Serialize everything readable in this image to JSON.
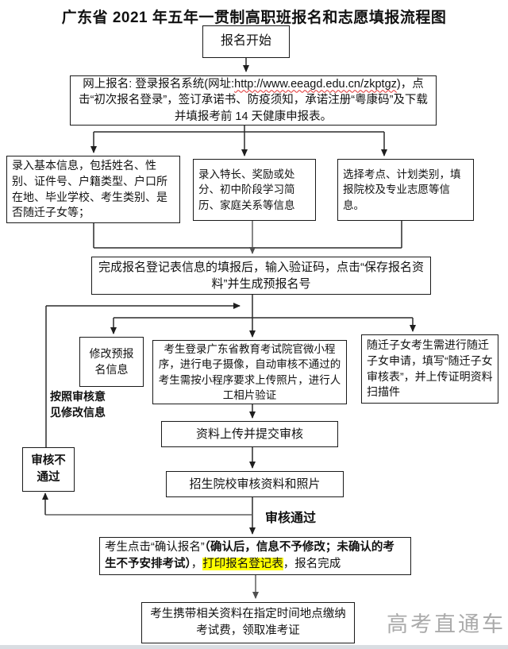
{
  "page": {
    "title": "广东省 2021 年五年一贯制高职班报名和志愿填报流程图",
    "watermark": "高考直通车"
  },
  "flow": {
    "start": "报名开始",
    "online": {
      "prefix": "网上报名: 登录报名系统(网址:",
      "url": "http://www.eeagd.edu.cn/zkptgz",
      "suffix": ")，点击“初次报名登录”，签订承诺书、防疫须知，承诺注册“粤康码”及下载并填报考前 14 天健康申报表。"
    },
    "basic_info": "录入基本信息，包括姓名、性别、证件号、户籍类型、户口所在地、毕业学校、考生类别、是否随迁子女等；",
    "special_info": "录入特长、奖励或处分、初中阶段学习简历、家庭关系等信息",
    "exam_choice": "选择考点、计划类别，填报院校及专业志愿等信息。",
    "complete": "完成报名登记表信息的填报后，输入验证码，点击“保存报名资料”并生成预报名号",
    "modify": "修改预报名信息",
    "photo": "考生登录广东省教育考试院官微小程序，进行电子摄像，自动审核不通过的考生需按小程序要求上传照片，进行人工相片验证",
    "migrant": "随迁子女考生需进行随迁子女申请，填写“随迁子女审核表”，并上传证明资料扫描件",
    "review_opinion_label": "按照审核意\n见修改信息",
    "upload": "资料上传并提交审核",
    "fail": "审核不\n通过",
    "review": "招生院校审核资料和照片",
    "pass_label": "审核通过",
    "confirm": {
      "p1": "考生点击“确认报名”",
      "p2_bold": "（确认后，信息不予修改；未确认的考生不予安排考试）",
      "p3": "，",
      "p4_highlight": "打印报名登记表",
      "p5": "，报名完成"
    },
    "payment": "考生携带相关资料在指定时间地点缴纳考试费，领取准考证"
  },
  "colors": {
    "line": "#2b2b2b",
    "line_gray": "#5f5f5f",
    "highlight": "#ffff00",
    "squiggle": "#e03030",
    "watermark": "#ababab"
  }
}
